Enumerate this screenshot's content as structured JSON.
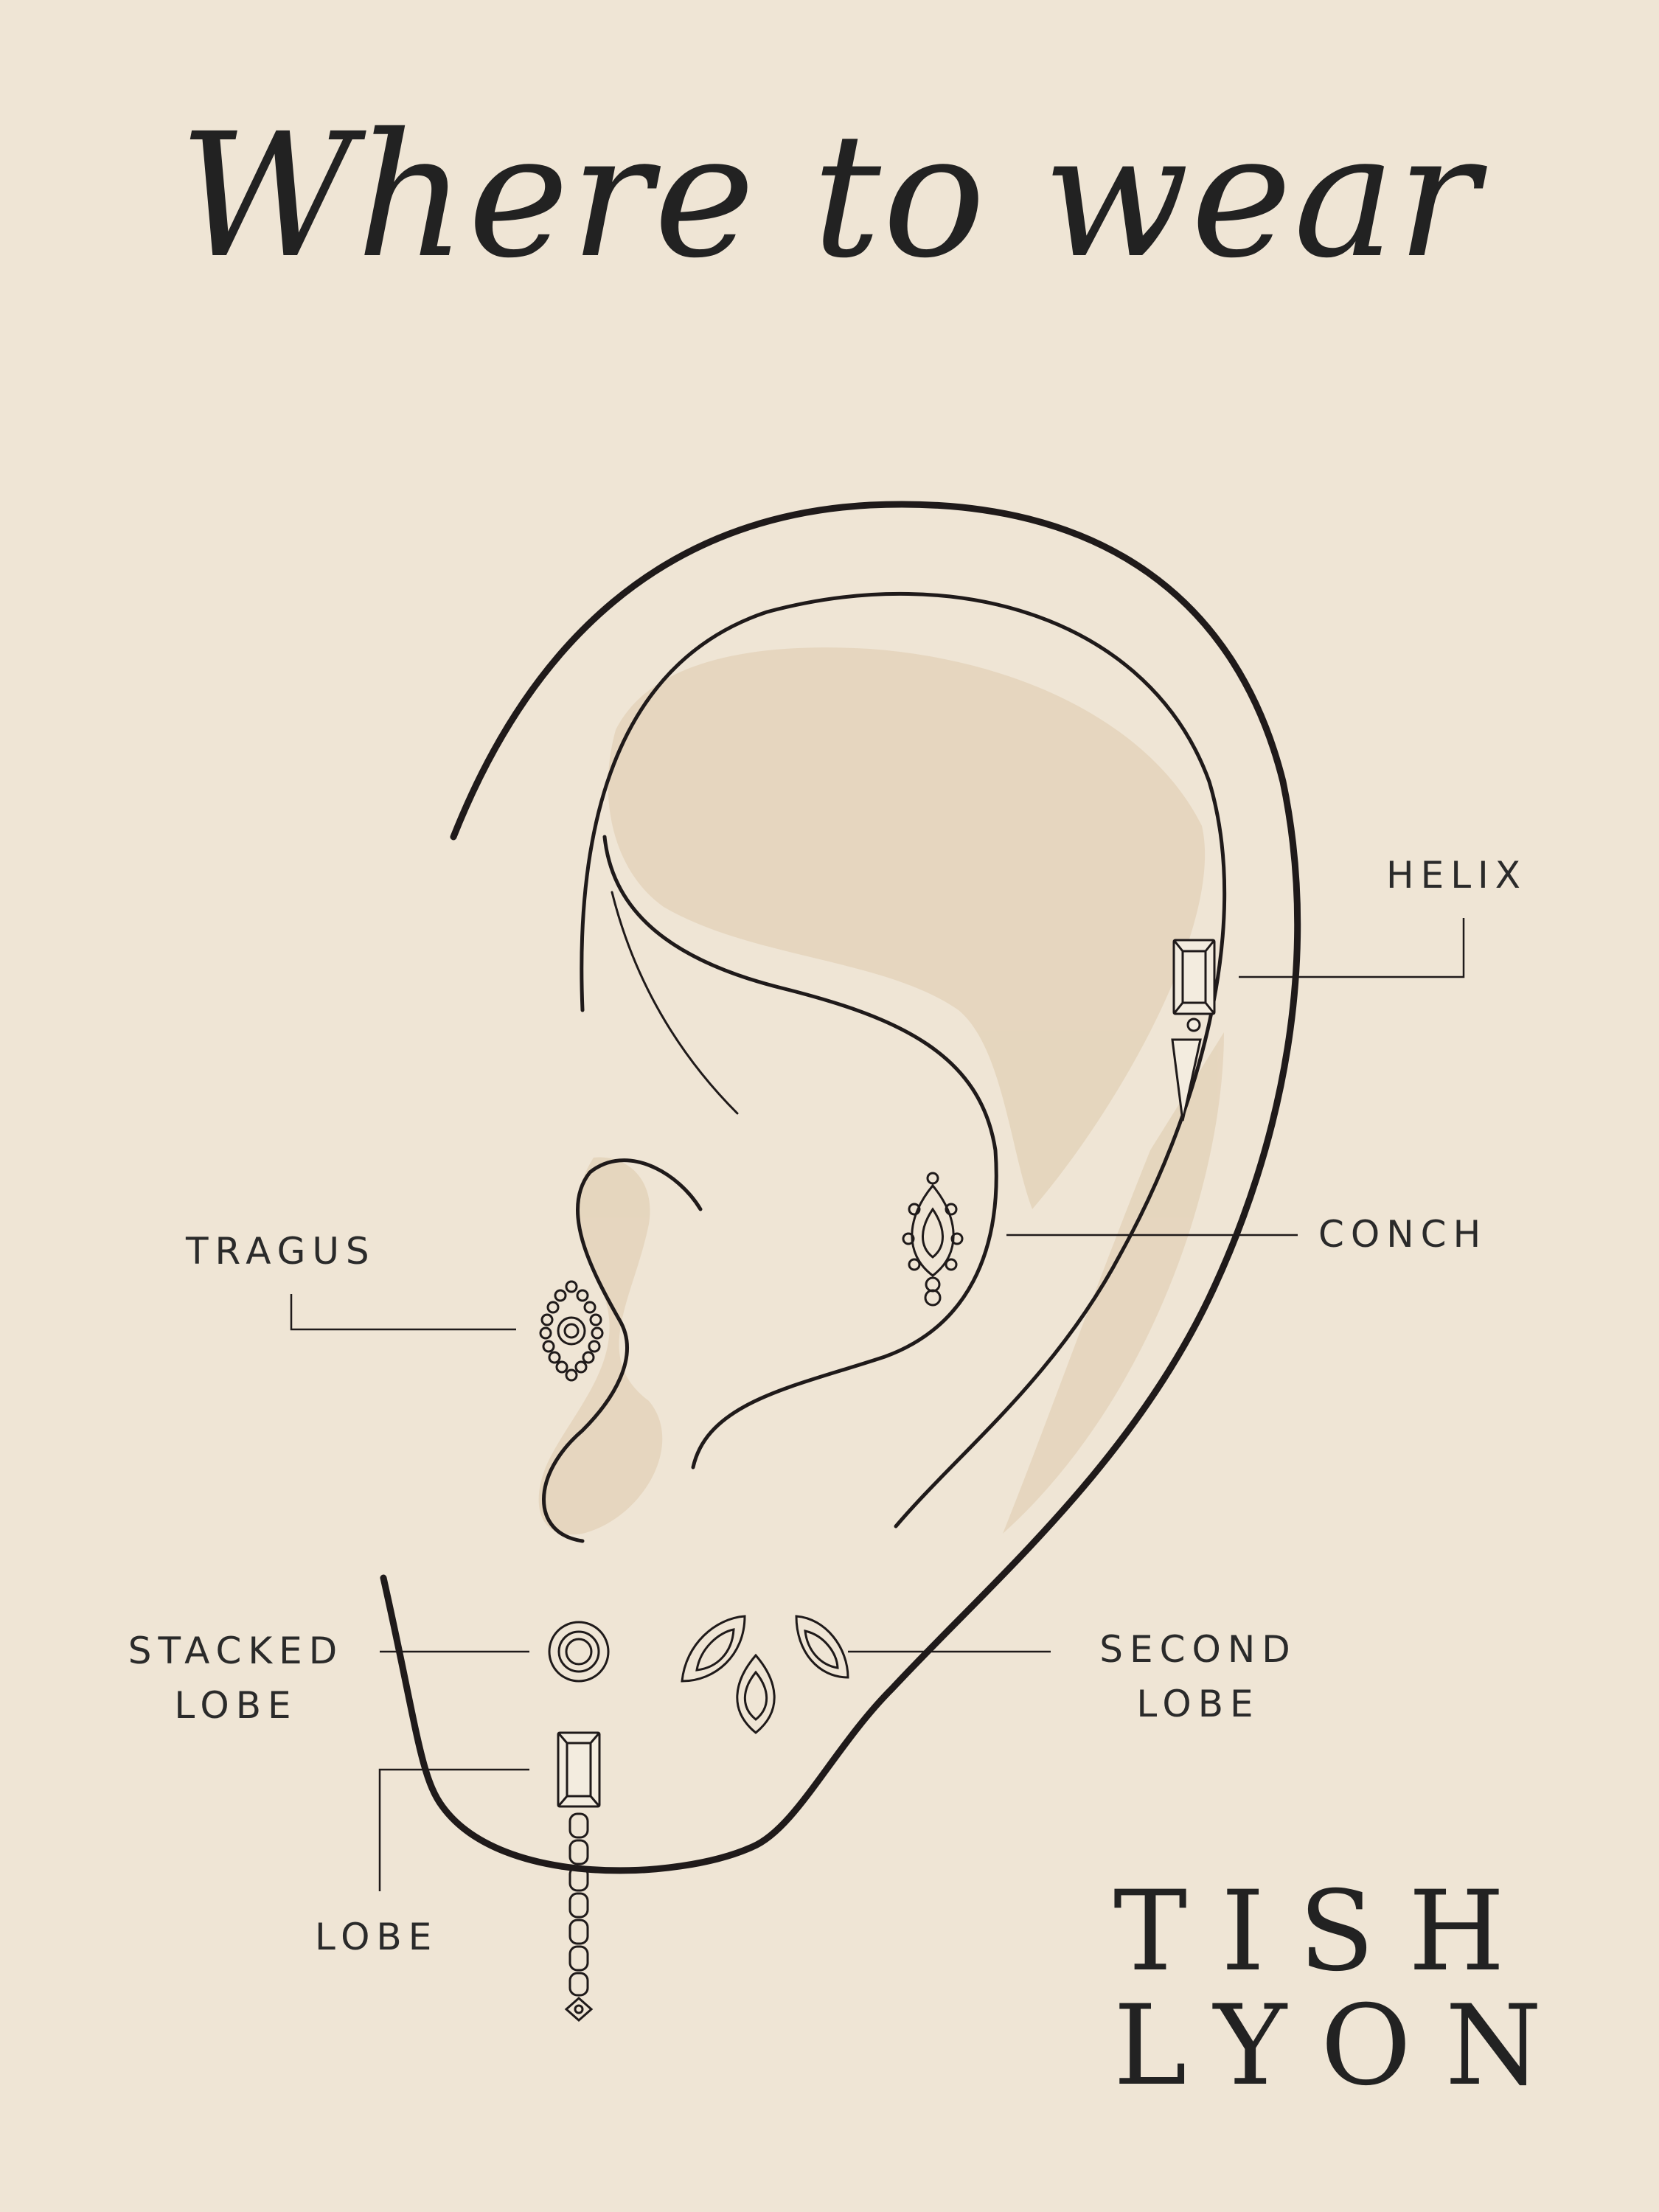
{
  "title": "Where to wear",
  "labels": {
    "helix": "HELIX",
    "tragus": "TRAGUS",
    "conch": "CONCH",
    "stacked_lobe_1": "STACKED",
    "stacked_lobe_2": "LOBE",
    "second_lobe_1": "SECOND",
    "second_lobe_2": "LOBE",
    "lobe": "LOBE"
  },
  "brand": {
    "line1": "TISH",
    "line2": "LYON"
  },
  "colors": {
    "background": "#efe5d5",
    "ink": "#1f1a1a",
    "shade": "#e4d4bb"
  }
}
